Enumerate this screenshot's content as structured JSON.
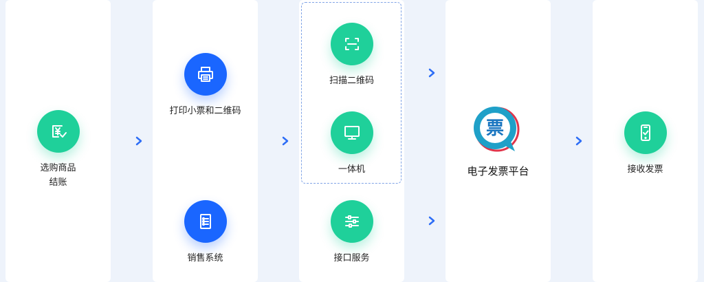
{
  "steps": {
    "select_checkout": {
      "line1": "选购商品",
      "line2": "结账",
      "icon": "yuan-check-icon"
    },
    "print_receipt": {
      "label": "打印小票和二维码",
      "icon": "printer-icon"
    },
    "sales_system": {
      "label": "销售系统",
      "icon": "document-list-icon"
    },
    "scan_qr": {
      "label": "扫描二维码",
      "icon": "scan-icon"
    },
    "all_in_one": {
      "label": "一体机",
      "icon": "monitor-icon"
    },
    "api_service": {
      "label": "接口服务",
      "icon": "sliders-icon"
    },
    "platform": {
      "label": "电子发票平台",
      "logo_char": "票"
    },
    "receive_invoice": {
      "label": "接收发票",
      "icon": "phone-check-icon"
    }
  },
  "colors": {
    "green": "#1fd09a",
    "blue": "#1a66ff",
    "arrow": "#2d6df6",
    "dashed_border": "#7fa3e6",
    "background": "#eef3fb"
  }
}
